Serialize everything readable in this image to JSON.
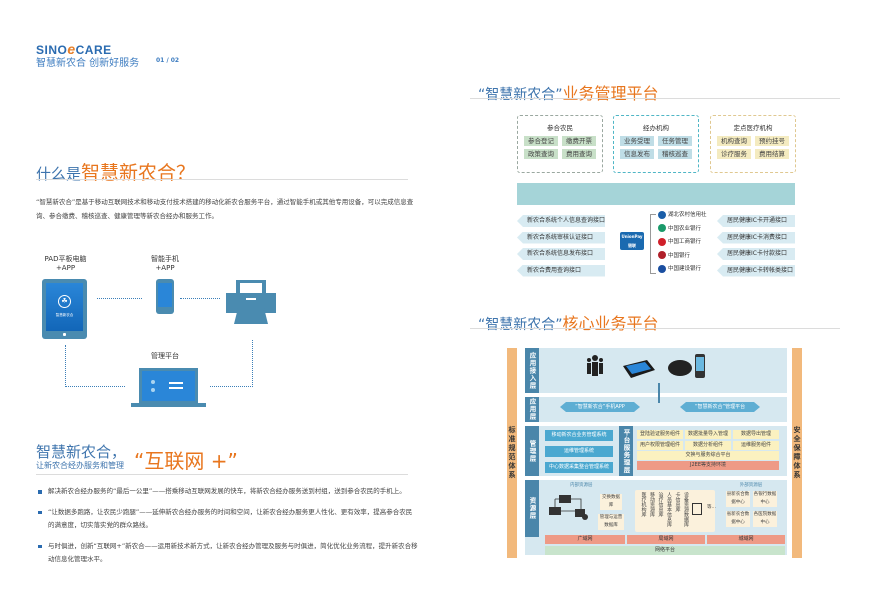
{
  "header": {
    "logo_part1": "SINO",
    "logo_e": "e",
    "logo_part2": "CARE",
    "tagline": "智慧新农合  创新好服务",
    "page": "01 / 02"
  },
  "left": {
    "what_title_prefix": "什么是",
    "what_title_highlight": "智慧新农合？",
    "intro": "“智慧新农合”是基于移动互联网技术和移动支付技术搭建的移动化新农合服务平台，通过智能手机或其他专用设备，可以完成信息查询、参合缴费、稽核巡查、健康管理等新农合经办和服务工作。",
    "devices": {
      "pad_label_1": "PAD平板电脑",
      "pad_label_2": "+APP",
      "pad_screen_text": "智慧新农合",
      "phone_label_1": "智能手机",
      "phone_label_2": "+APP",
      "platform_label": "管理平台"
    },
    "internet_title_big": "智慧新农合，",
    "internet_title_small": "让新农合经办服务和管理",
    "internet_title_highlight": "“互联网 +”",
    "bullets": [
      "解决新农合经办服务的“最后一公里”——搭乘移动互联网发展的快车，将新农合经办服务送到村组，送到参合农民的手机上。",
      "“让数据多跑路，让农民少跑腿”——延伸新农合经办服务的时间和空间，让新农合经办服务更人性化、更有效率，提高参合农民的满意度，切实落实党的群众路线。",
      "与时俱进，创新“互联网+”新农合——运用新技术新方式，让新农合经办管理及服务与时俱进，简化优化业务流程，提升新农合移动信息化管理水平。"
    ]
  },
  "biz_platform": {
    "title_prefix": "“智慧新农合”",
    "title_highlight": "业务管理平台",
    "groups": [
      {
        "title": "参合农民",
        "items": [
          "参合登记",
          "缴费开票",
          "政策查询",
          "费用查询"
        ],
        "border": "#9aa8a0",
        "cell_bg": "#c8e0c8"
      },
      {
        "title": "经办机构",
        "items": [
          "业务受理",
          "任务管理",
          "信息发布",
          "稽核巡查"
        ],
        "border": "#4fb6c6",
        "cell_bg": "#bfdde6"
      },
      {
        "title": "定点医疗机构",
        "items": [
          "机构查询",
          "预约挂号",
          "诊疗服务",
          "费用结算"
        ],
        "border": "#e0c890",
        "cell_bg": "#f4ebc0"
      }
    ],
    "left_interfaces": [
      "新农合系统个人信息查询接口",
      "新农合系统审核认证接口",
      "新农合系统信息发布接口",
      "新农合费用查询接口"
    ],
    "unionpay_label": "UnionPay 银联",
    "banks": [
      "湖北农村信用社",
      "中国农业银行",
      "中国工商银行",
      "中国银行",
      "中国建设银行"
    ],
    "bank_colors": [
      "#1a5ea8",
      "#1a9a6a",
      "#d0202a",
      "#b0202a",
      "#1a4ea0"
    ],
    "right_interfaces": [
      "居民健康IC卡开通接口",
      "居民健康IC卡消费接口",
      "居民健康IC卡付款接口",
      "居民健康IC卡转帐类接口"
    ]
  },
  "core_platform": {
    "title_prefix": "“智慧新农合”",
    "title_highlight": "核心业务平台",
    "left_side": "标准规范体系",
    "right_side": "安全保障体系",
    "layers": {
      "access": "应用接入层",
      "app": "应用层",
      "mgmt": "管理层",
      "resource": "资源层"
    },
    "app_items": [
      "“智慧新农合”手机APP",
      "“智慧新农合”管理平台"
    ],
    "mgmt_items": [
      "移动新农合业务管理系统",
      "运维管理系统",
      "中心数据采集整合管理系统"
    ],
    "service_layer": "平台服务理层",
    "service_components": [
      "登陆验证服务组件",
      "数据批量导入管理",
      "数据导出管理",
      "用户权限管理组件",
      "数据分析组件",
      "运维服务组件"
    ],
    "exchange_platform": "交换与服务综合平台",
    "j2ee": "J2EE等支持环境",
    "internal_title": "内部资源层",
    "internal_dbs": [
      "交换数据库",
      "管理与运营数据库"
    ],
    "resource_dbs": [
      "设备资源数据库",
      "卡信息库",
      "人员基本信息库",
      "治疗信息库",
      "移动资源库",
      "医疗机构库"
    ],
    "etc": "等…",
    "external_title": "外部资源层",
    "external_dbs": [
      "县新农合数据中心",
      "各银行数据中心",
      "省新农合数据中心",
      "各医院数据中心"
    ],
    "networks": [
      "广域网",
      "局域网",
      "城域网"
    ],
    "network_platform": "网络平台"
  }
}
